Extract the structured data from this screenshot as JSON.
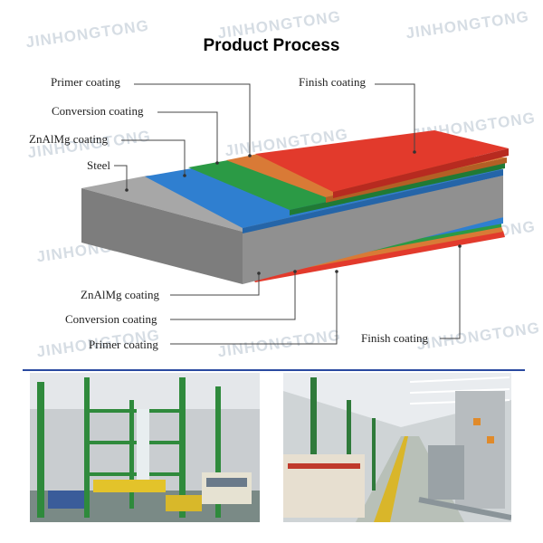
{
  "header": {
    "title": "Product Process"
  },
  "watermark": {
    "text": "JINHONGTONG"
  },
  "top_labels": {
    "primer": "Primer coating",
    "conversion": "Conversion coating",
    "znalmg": "ZnAlMg coating",
    "steel": "Steel",
    "finish": "Finish coating"
  },
  "bottom_labels": {
    "znalmg": "ZnAlMg coating",
    "conversion": "Conversion coating",
    "primer": "Primer coating",
    "finish": "Finish coating"
  },
  "colors": {
    "steel": "#8c8c8c",
    "znalmg": "#2f7fd0",
    "conversion": "#2b9a45",
    "primer": "#d97a36",
    "finish": "#e23a2c",
    "divider": "#2a4aa0"
  },
  "photos": [
    {
      "name": "production-line-left"
    },
    {
      "name": "production-line-right"
    }
  ]
}
